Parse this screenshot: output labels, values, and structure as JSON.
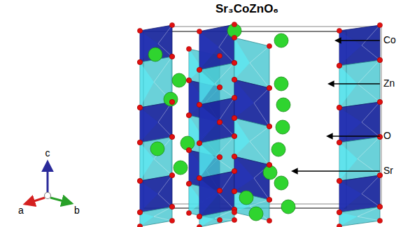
{
  "diagram": {
    "title": "Sr₃CoZnO₆",
    "labels": [
      "Co",
      "Zn",
      "O",
      "Sr",
      "c",
      "a",
      "b"
    ]
  }
}
